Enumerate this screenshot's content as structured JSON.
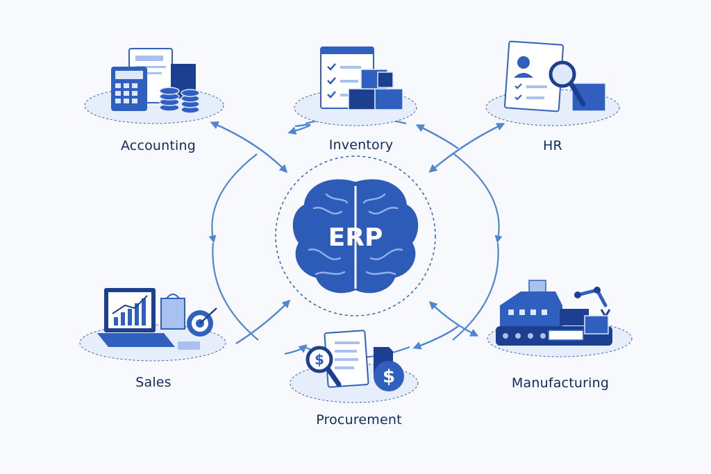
{
  "center": {
    "label": "ERP"
  },
  "modules": [
    {
      "id": "accounting",
      "label": "Accounting",
      "icon": "calculator-coins-icon"
    },
    {
      "id": "inventory",
      "label": "Inventory",
      "icon": "checklist-boxes-icon"
    },
    {
      "id": "hr",
      "label": "HR",
      "icon": "profile-magnifier-icon"
    },
    {
      "id": "sales",
      "label": "Sales",
      "icon": "laptop-target-icon"
    },
    {
      "id": "procurement",
      "label": "Procurement",
      "icon": "document-dollar-icon"
    },
    {
      "id": "manufacturing",
      "label": "Manufacturing",
      "icon": "factory-robot-arm-icon"
    }
  ],
  "colors": {
    "primary": "#2f5fbf",
    "dark": "#1d3f8f",
    "light": "#a9c1ee",
    "pale": "#dfe9fb",
    "arrow": "#4f86d4",
    "text": "#0f2a5c",
    "background": "#f7f9fc"
  }
}
